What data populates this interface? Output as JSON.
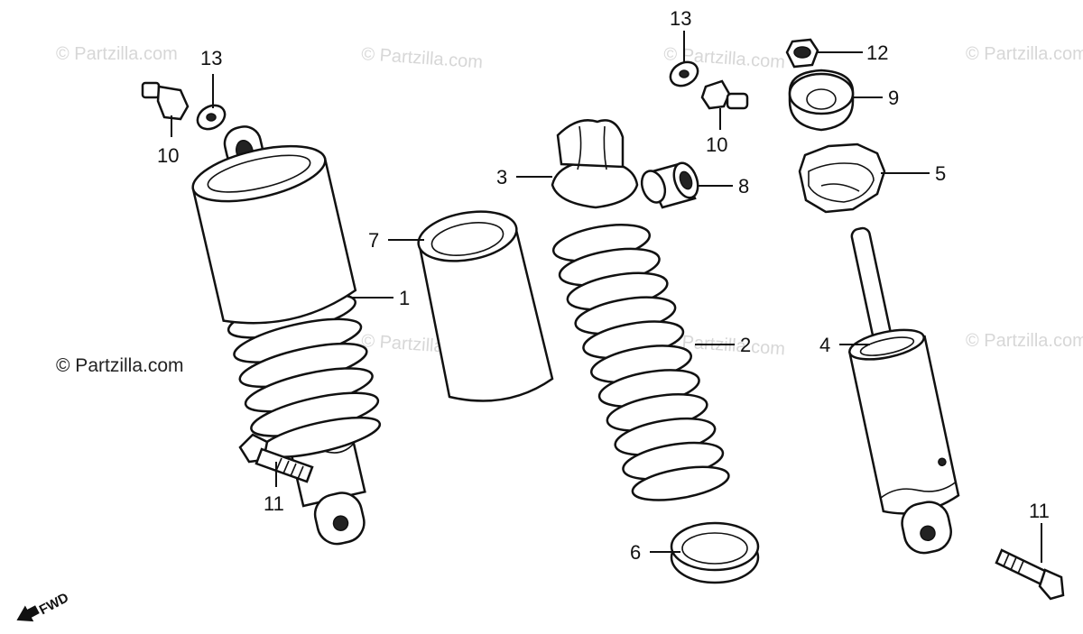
{
  "watermarks": {
    "text": "© Partzilla.com",
    "main": "© Partzilla.com"
  },
  "callouts": {
    "c1": "1",
    "c2": "2",
    "c3": "3",
    "c4": "4",
    "c5": "5",
    "c6": "6",
    "c7": "7",
    "c8": "8",
    "c9": "9",
    "c10a": "10",
    "c10b": "10",
    "c11a": "11",
    "c11b": "11",
    "c12": "12",
    "c13a": "13",
    "c13b": "13"
  },
  "direction": {
    "label": "FWD"
  }
}
